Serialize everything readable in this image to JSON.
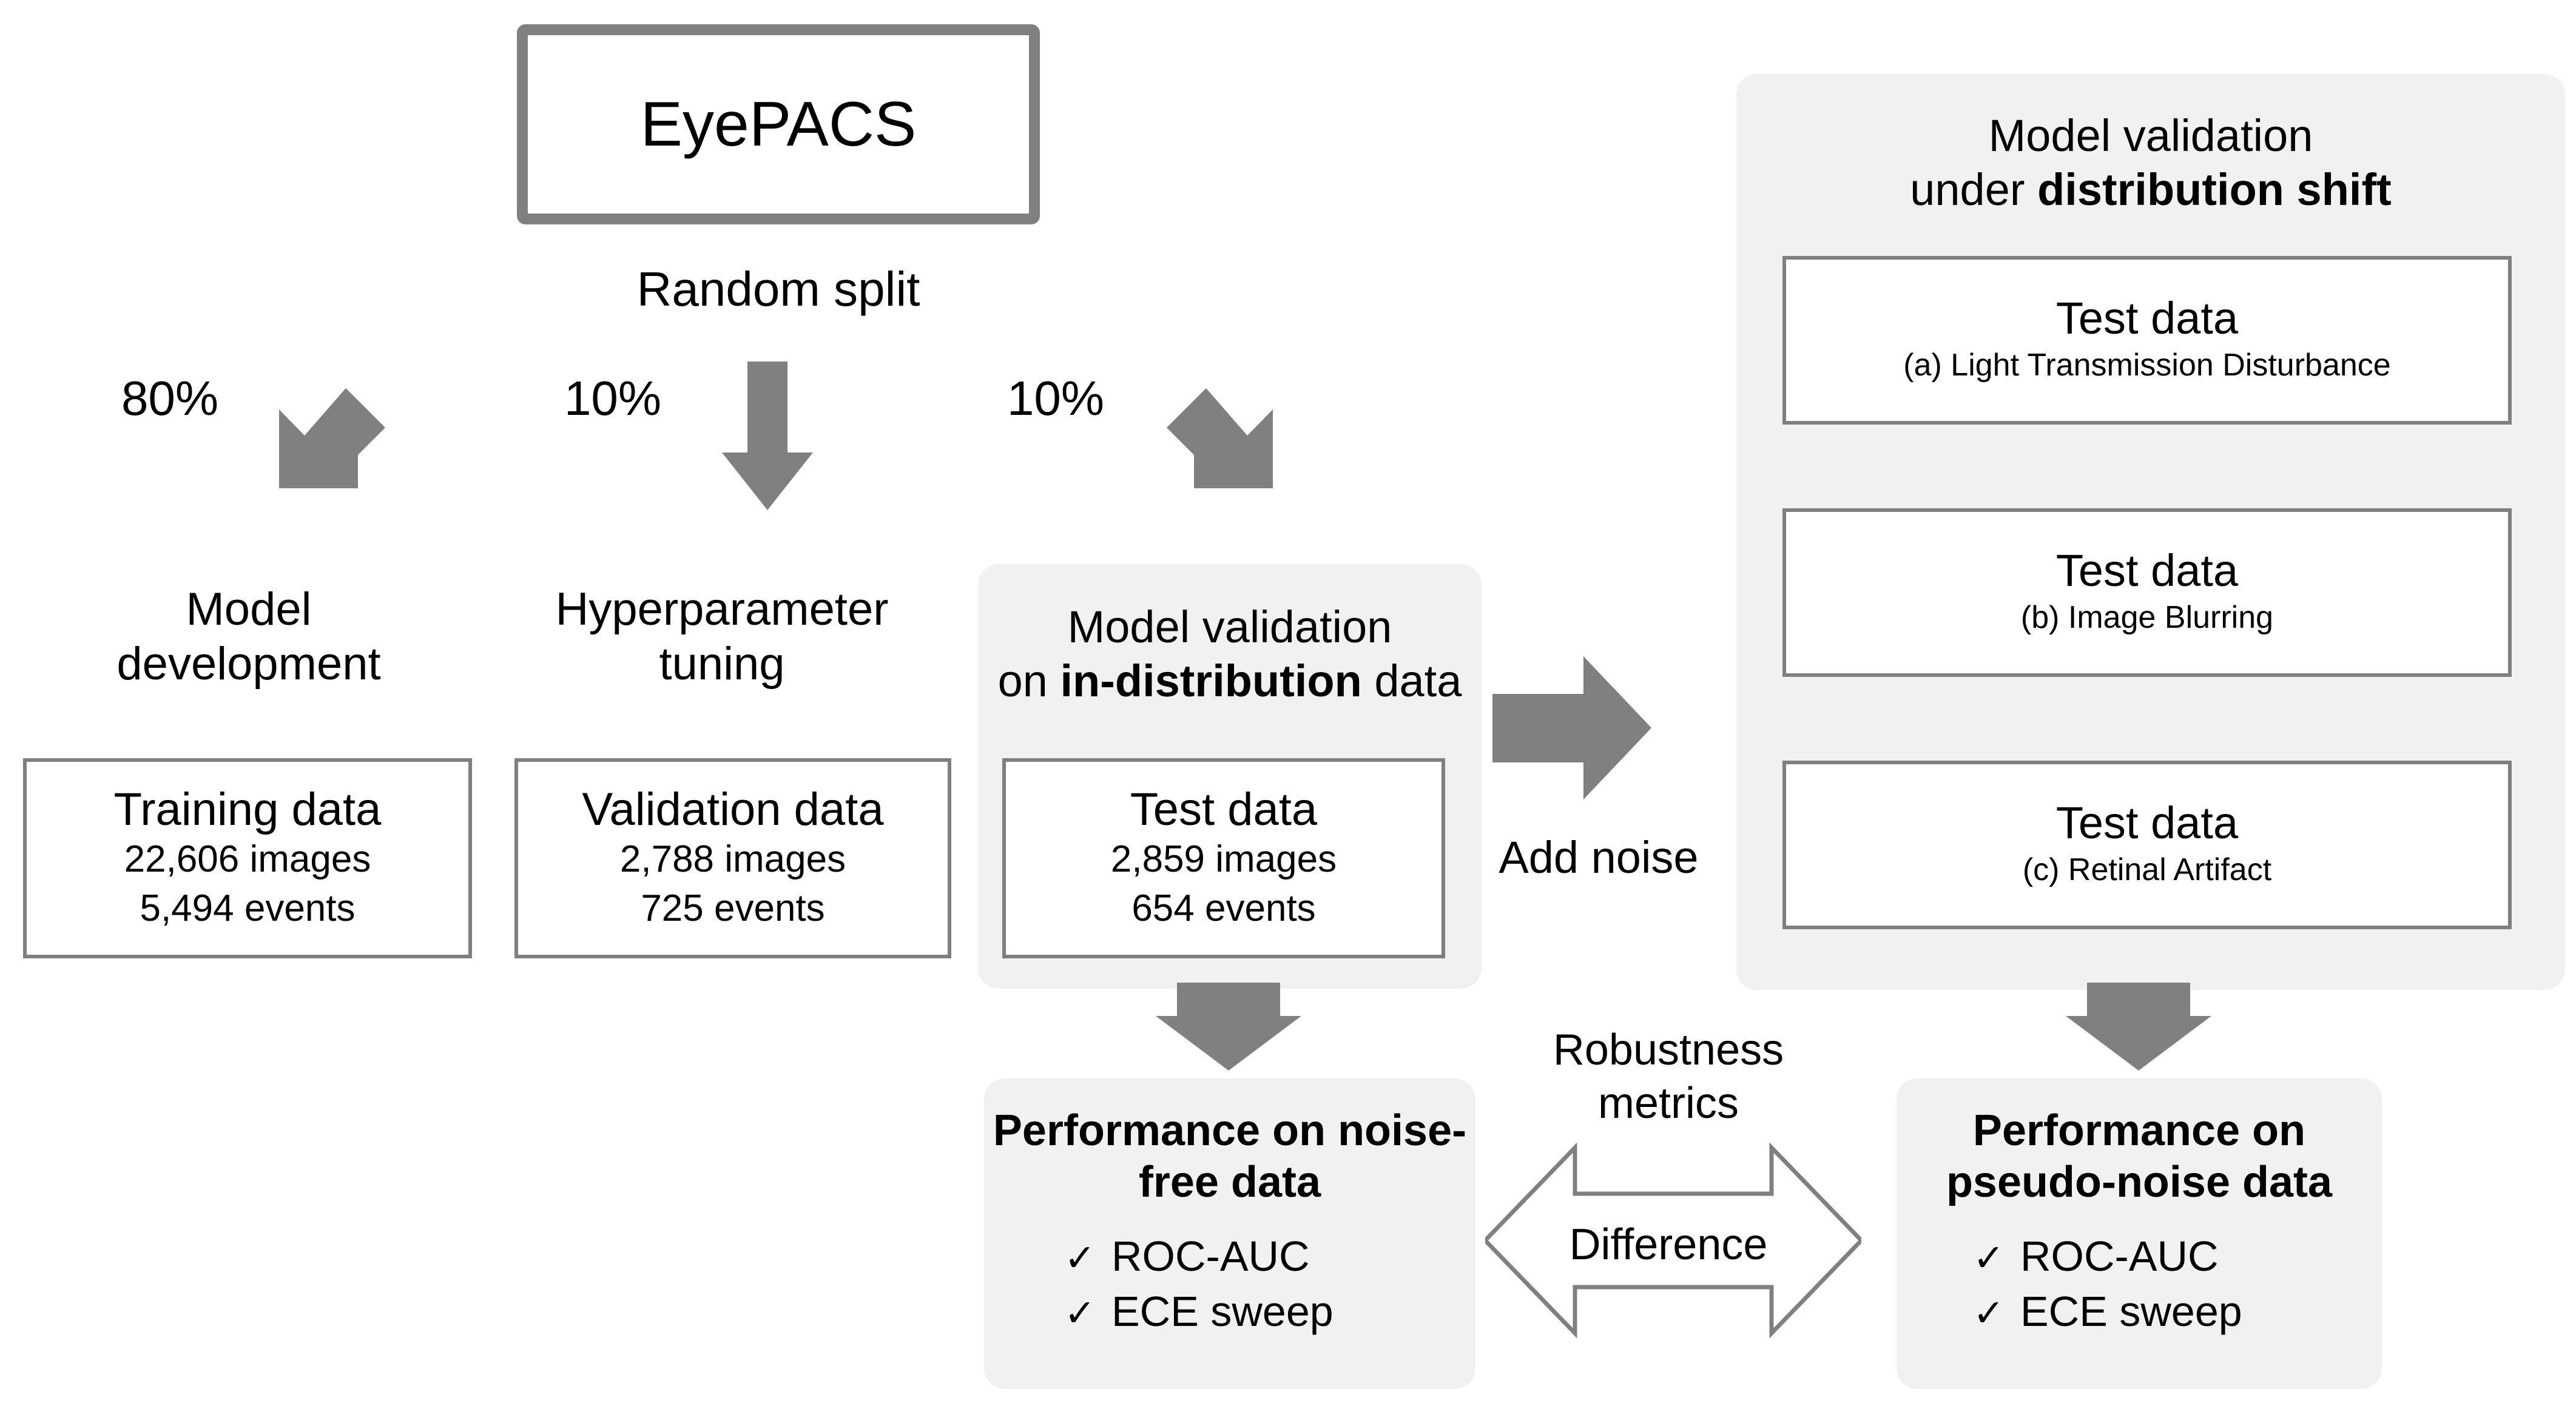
{
  "source": {
    "name": "EyePACS",
    "split_label": "Random split"
  },
  "splits": [
    {
      "pct": "80%",
      "caption": "Model\ndevelopment",
      "box_title": "Training data",
      "images": "22,606 images",
      "events": "5,494 events"
    },
    {
      "pct": "10%",
      "caption": "Hyperparameter\ntuning",
      "box_title": "Validation data",
      "images": "2,788 images",
      "events": "725 events"
    },
    {
      "pct": "10%",
      "caption": "",
      "box_title": "Test data",
      "images": "2,859 images",
      "events": "654 events"
    }
  ],
  "in_distribution_panel": {
    "title_line1": "Model validation",
    "title_prefix": "on ",
    "title_bold": "in-distribution",
    "title_suffix": " data",
    "box_title": "Test data",
    "box_images": "2,859 images",
    "box_events": "654 events"
  },
  "distribution_shift_panel": {
    "title_line1": "Model validation",
    "title_prefix": "under ",
    "title_bold": "distribution shift",
    "title_suffix": "",
    "boxes": [
      {
        "title": "Test data",
        "subtitle": "(a) Light Transmission Disturbance"
      },
      {
        "title": "Test data",
        "subtitle": "(b) Image Blurring"
      },
      {
        "title": "Test data",
        "subtitle": "(c) Retinal Artifact"
      }
    ]
  },
  "connectors": {
    "add_noise": "Add noise",
    "robustness_metrics": "Robustness\nmetrics",
    "difference": "Difference"
  },
  "performance_noise_free": {
    "title": "Performance on\nnoise-free data",
    "items": [
      "ROC-AUC",
      "ECE sweep"
    ],
    "check_glyph": "✓"
  },
  "performance_pseudo_noise": {
    "title": "Performance on\npseudo-noise data",
    "items": [
      "ROC-AUC",
      "ECE sweep"
    ],
    "check_glyph": "✓"
  },
  "colors": {
    "arrow_gray": "#808080",
    "panel_bg": "#f1f1f1",
    "box_border": "#7f7f7f",
    "source_border": "#808080",
    "text": "#000000"
  }
}
